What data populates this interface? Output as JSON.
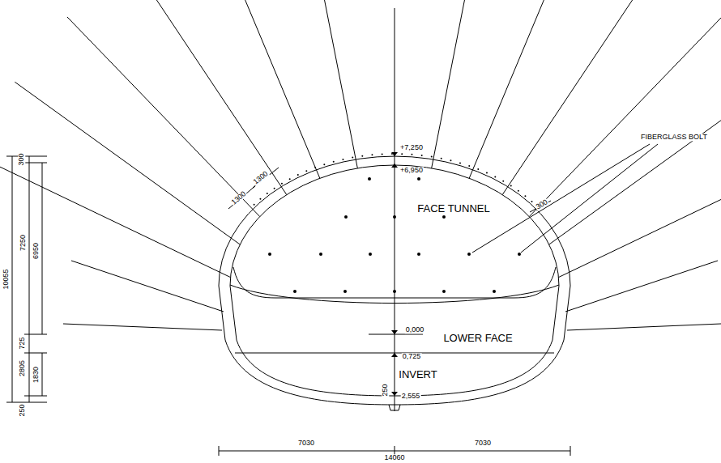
{
  "diagram": {
    "labels": [
      "FIBERGLASS BOLT",
      "+7,250",
      "+6,950",
      "1300",
      "1300",
      "300",
      "FACE TUNNEL",
      "0,000",
      "LOWER FACE",
      "0,725",
      "INVERT",
      "250",
      "2,555",
      "300",
      "7250",
      "6950",
      "10055",
      "725",
      "2805",
      "1830",
      "250",
      "7030",
      "7030",
      "14060"
    ]
  }
}
